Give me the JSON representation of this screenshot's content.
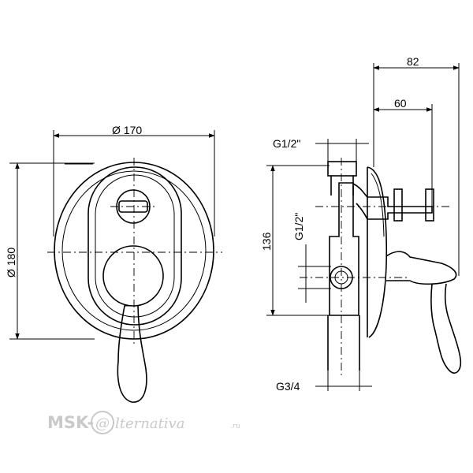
{
  "dimensions": {
    "front_width": "Ø 170",
    "front_height": "Ø 180",
    "side_total_depth": "82",
    "side_handle_depth": "60",
    "side_height": "136",
    "top_inlet": "G1/2\"",
    "side_inlet": "G1/2\"",
    "bottom_outlet": "G3/4"
  },
  "watermark": {
    "brand": "MSK-",
    "at_sign": "@",
    "script": "lternativa",
    "domain": ".ru"
  }
}
